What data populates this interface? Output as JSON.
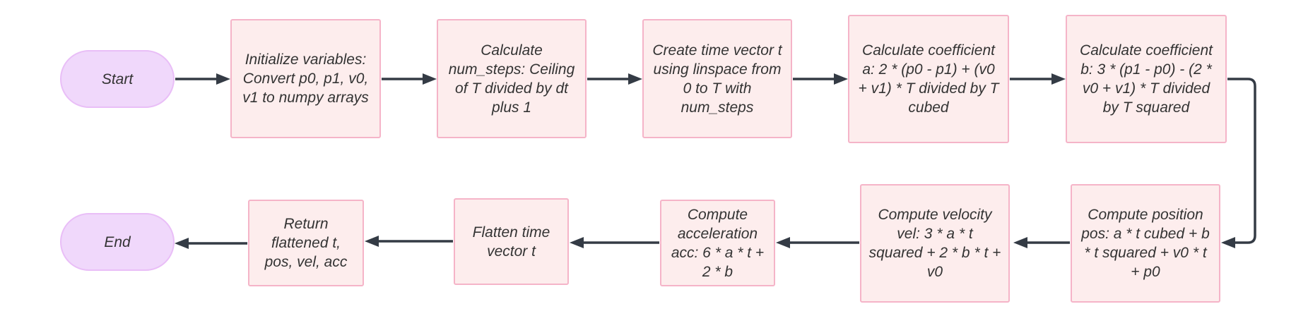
{
  "nodes": {
    "start": "Start",
    "n1": "Initialize variables: Convert p0, p1, v0, v1 to numpy arrays",
    "n2": "Calculate num_steps: Ceiling of T divided by dt plus 1",
    "n3": "Create time vector t using linspace from 0 to T with num_steps",
    "n4": "Calculate coefficient a: 2 * (p0 - p1) + (v0 + v1) * T divided by T cubed",
    "n5": "Calculate coefficient b: 3 * (p1 - p0) - (2 * v0 + v1) * T divided by T squared",
    "n6": "Compute position pos: a * t cubed + b * t squared + v0 * t + p0",
    "n7": "Compute velocity vel: 3 * a * t squared + 2 * b * t + v0",
    "n8": "Compute acceleration acc: 6 * a * t + 2 * b",
    "n9": "Flatten time vector t",
    "n10": "Return flattened t, pos, vel, acc",
    "end": "End"
  },
  "colors": {
    "process_fill": "#fdeded",
    "process_border": "#f5b4c8",
    "terminal_fill": "#f0d8fb",
    "terminal_border": "#e9bef7",
    "edge": "#343b45",
    "text": "#333333"
  }
}
